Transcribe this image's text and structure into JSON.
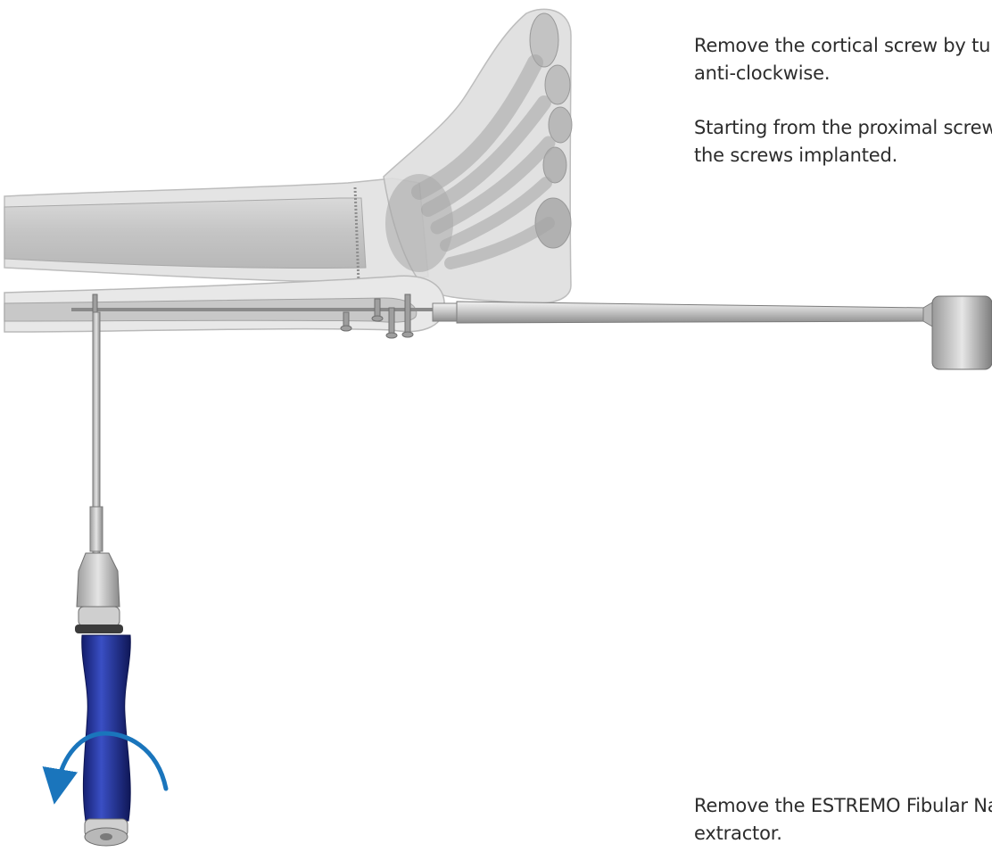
{
  "instructions": [
    {
      "lines": [
        "Remove the cortical screw by turning",
        "anti-clockwise."
      ]
    },
    {
      "lines": [
        "Starting from the proximal screw, r",
        "the screws implanted."
      ]
    },
    {
      "lines": [
        "Remove the ESTREMO Fibular Nail t",
        "extractor."
      ]
    }
  ],
  "illustration": {
    "subject": "leg-and-foot-with-fibular-nail",
    "tool": "screwdriver",
    "rotation_direction": "anti-clockwise",
    "colors": {
      "bone": "#c9c9c9",
      "soft_tissue": "#e3e3e3",
      "metal": "#b5b5b5",
      "handle": "#1e2c8f",
      "arrow": "#1a75bc"
    }
  }
}
